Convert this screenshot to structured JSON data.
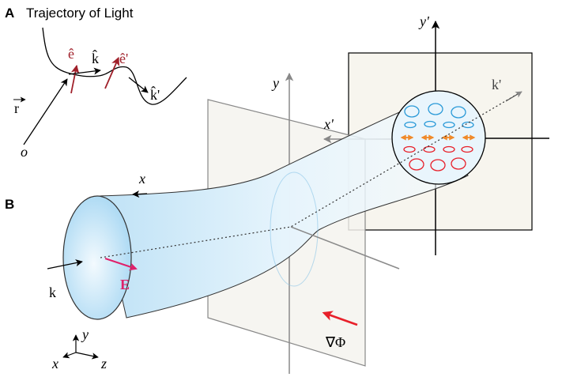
{
  "panel_a": {
    "label": "A",
    "title": "Trajectory of Light",
    "labels": {
      "e_hat": "ê",
      "k_hat": "k̂",
      "e_hat_prime": "ê'",
      "k_hat_prime": "k̂'",
      "r_vec": "r",
      "origin": "o"
    }
  },
  "panel_b": {
    "label": "B",
    "labels": {
      "x": "x",
      "y": "y",
      "x_prime": "x'",
      "y_prime": "y'",
      "k": "k",
      "k_prime": "k'",
      "E": "E",
      "grad_phi": "∇Φ"
    },
    "triad": {
      "x": "x",
      "y": "y",
      "z": "z"
    }
  },
  "colors": {
    "dark_red": "#a0202a",
    "bright_red": "#e8202a",
    "magenta": "#e0206a",
    "cyan": "#2a9ad8",
    "orange": "#f08a2a",
    "beam_fill": "#cfe9f8",
    "plane_fill": "#f7f5ee",
    "gray_axis": "#8a8a8a"
  }
}
